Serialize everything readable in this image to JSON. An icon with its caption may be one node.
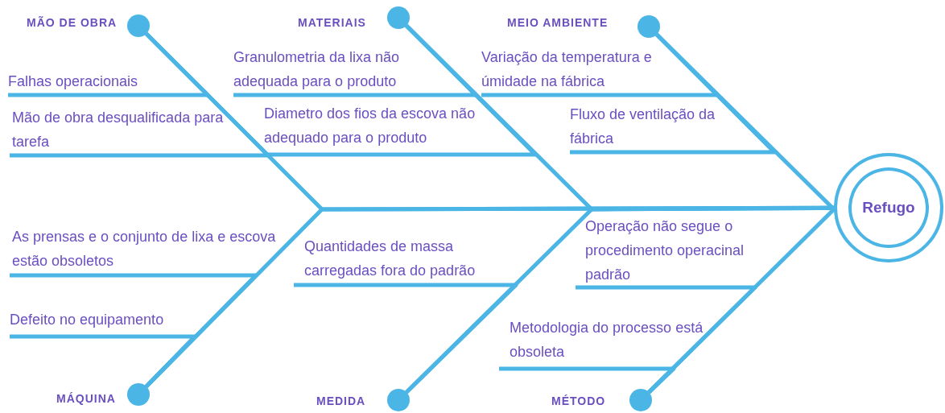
{
  "diagram": {
    "nodes": [
      {
        "text": [],
        "shape": "circle",
        "beside": [
          "MÃO DE OBRA"
        ]
      },
      {
        "text": [
          "Falhas operacionais"
        ]
      },
      {
        "text": [
          "Mão de obra desqualificada para tarefa"
        ]
      },
      {
        "text": [],
        "shape": "circle",
        "beside": [
          "MATERIAIS"
        ]
      },
      {
        "text": [
          "Granulometria da lixa não adequada para o produto"
        ]
      },
      {
        "text": [
          "Diametro dos fios da escova não adequado para o produto"
        ]
      },
      {
        "text": [],
        "shape": "circle",
        "beside": [
          "MEIO AMBIENTE"
        ]
      },
      {
        "text": [
          "Variação da temperatura e úmidade na fábrica"
        ]
      },
      {
        "text": [
          "Fluxo de ventilação da fábrica"
        ]
      },
      {
        "text": [
          "Refugo"
        ]
      },
      {
        "text": [
          "As prensas e o conjunto de lixa e escova estão obsoletos"
        ]
      },
      {
        "text": [
          "Defeito no equipamento"
        ]
      },
      {
        "text": [],
        "shape": "circle",
        "beside": [
          "MÁQUINA"
        ]
      },
      {
        "text": [
          "Quantidades de massa carregadas fora do padrão"
        ]
      },
      {
        "text": [],
        "shape": "circle",
        "beside": [
          "MEDIDA"
        ]
      },
      {
        "text": [
          "Operação não segue o procedimento operacinal padrão"
        ]
      },
      {
        "text": [
          "Metodologia do processo está obsoleta"
        ]
      },
      {
        "text": [],
        "shape": "circle",
        "beside": [
          "MÉTODO"
        ]
      }
    ],
    "edges": [
      {
        "from": 1,
        "to": 0,
        "arrow": "none"
      },
      {
        "from": 2,
        "to": 0,
        "arrow": "none"
      },
      {
        "from": 4,
        "to": 3,
        "arrow": "none"
      },
      {
        "from": 5,
        "to": 3,
        "arrow": "none"
      },
      {
        "from": 7,
        "to": 6,
        "arrow": "none"
      },
      {
        "from": 8,
        "to": 6,
        "arrow": "none"
      },
      {
        "from": 10,
        "to": 12,
        "arrow": "none"
      },
      {
        "from": 11,
        "to": 12,
        "arrow": "none"
      },
      {
        "from": 13,
        "to": 14,
        "arrow": "none"
      },
      {
        "from": 15,
        "to": 17,
        "arrow": "none"
      },
      {
        "from": 16,
        "to": 17,
        "arrow": "none"
      },
      {
        "from": 0,
        "to": 9,
        "arrow": "none"
      },
      {
        "from": 3,
        "to": 9,
        "arrow": "none"
      },
      {
        "from": 6,
        "to": 9,
        "arrow": "none"
      },
      {
        "from": 12,
        "to": 9,
        "arrow": "none"
      },
      {
        "from": 14,
        "to": 9,
        "arrow": "none"
      },
      {
        "from": 17,
        "to": 9,
        "arrow": "none"
      }
    ]
  }
}
